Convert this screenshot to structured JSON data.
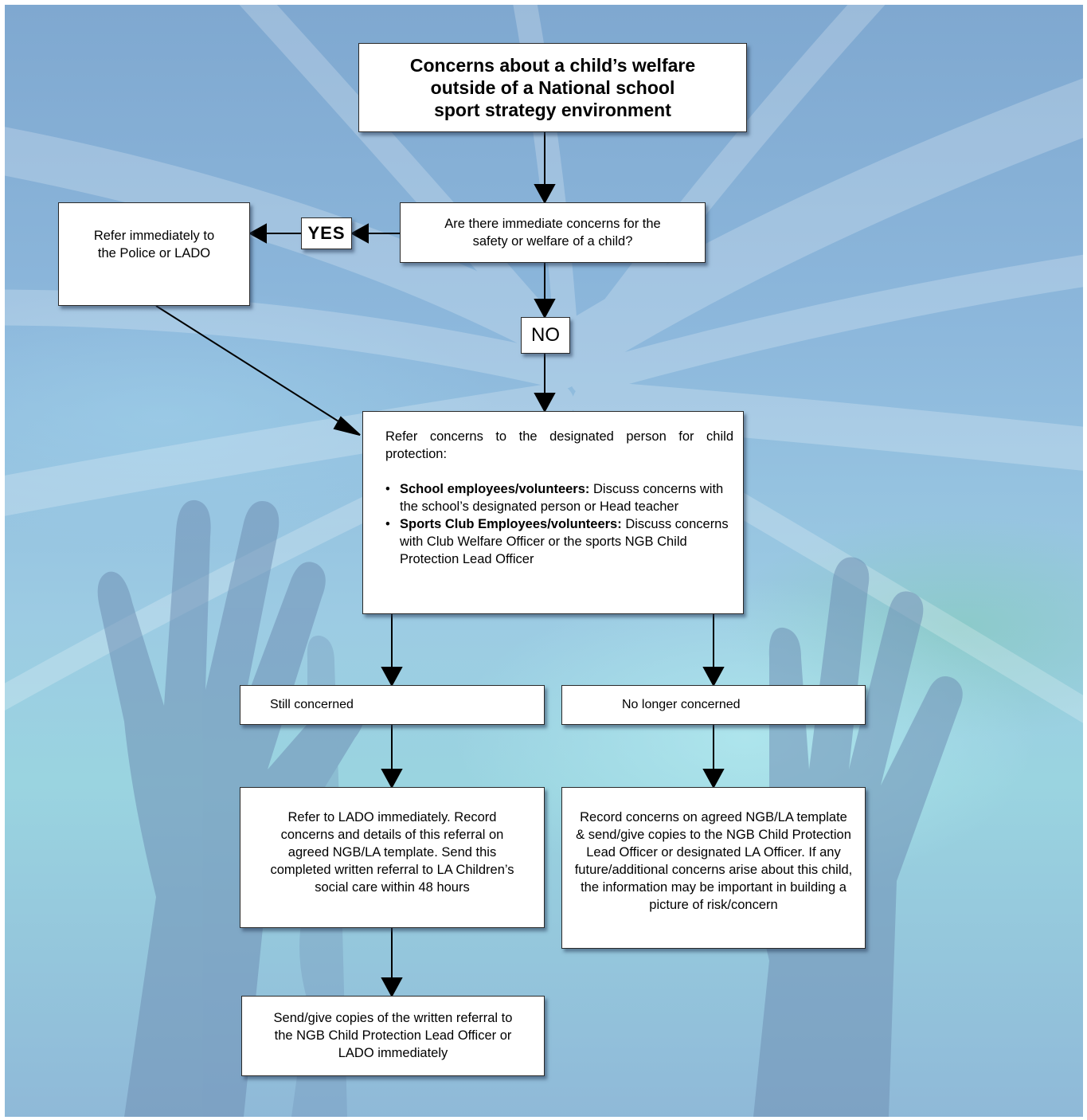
{
  "flowchart": {
    "title": "Concerns about a child’s welfare outside of a National school sport strategy environment",
    "question": "Are there immediate concerns for the safety or welfare of a child?",
    "yes_label": "YES",
    "no_label": "NO",
    "refer_police": "Refer immediately to the Police or LADO",
    "designated_person": {
      "intro": "Refer concerns to the designated person for child protection:",
      "bullets": [
        {
          "bullet": "•",
          "lead": "School employees/volunteers:",
          "text": " Discuss concerns with the school’s designated person or Head teacher"
        },
        {
          "bullet": "•",
          "lead": "Sports Club Employees/volunteers:",
          "text": " Discuss concerns with Club Welfare Officer or the sports NGB Child Protection Lead Officer"
        }
      ]
    },
    "still_concerned": "Still concerned",
    "no_longer_concerned": "No longer concerned",
    "refer_lado": "Refer to LADO immediately. Record concerns and details of this referral on agreed NGB/LA template. Send this completed written referral to LA Children’s social care within 48 hours",
    "record_concerns": "Record concerns on agreed NGB/LA template & send/give copies to the NGB Child Protection Lead Officer or designated LA Officer. If any future/additional concerns arise about this child, the information may be important in building a picture of risk/concern",
    "send_copies": "Send/give copies of the written referral to the NGB Child Protection Lead Officer or LADO immediately"
  }
}
